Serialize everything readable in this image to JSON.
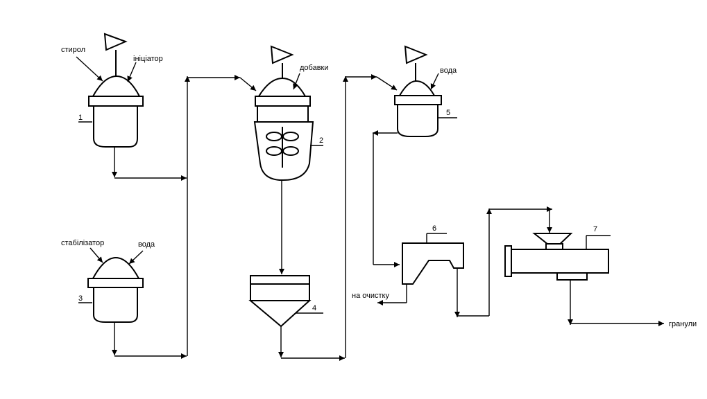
{
  "inputs": {
    "styrene": "стирол",
    "initiator": "ініціатор",
    "stabilizer": "стабілізатор",
    "water_prep": "вода",
    "additives": "добавки",
    "water_wash": "вода"
  },
  "outputs": {
    "to_cleaning": "на очистку",
    "granules": "гранули"
  },
  "units": [
    {
      "id": "1"
    },
    {
      "id": "2"
    },
    {
      "id": "3"
    },
    {
      "id": "4"
    },
    {
      "id": "5"
    },
    {
      "id": "6"
    },
    {
      "id": "7"
    }
  ],
  "colors": {
    "line": "#000000",
    "background": "#ffffff"
  }
}
